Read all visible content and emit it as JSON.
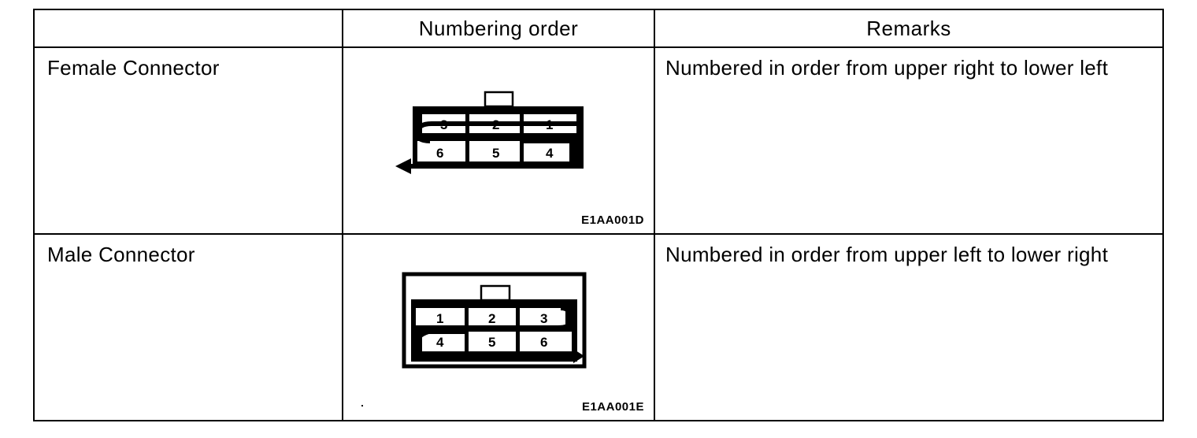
{
  "table": {
    "header": {
      "blank": "",
      "numbering_order": "Numbering order",
      "remarks": "Remarks"
    },
    "rows": [
      {
        "label": "Female Connector",
        "figure_code": "E1AA001D",
        "remark": "Numbered in order from upper right to lower left",
        "pins": {
          "p1": "1",
          "p2": "2",
          "p3": "3",
          "p4": "4",
          "p5": "5",
          "p6": "6"
        }
      },
      {
        "label": "Male Connector",
        "figure_code": "E1AA001E",
        "remark": "Numbered in order from upper left to lower right",
        "pins": {
          "p1": "1",
          "p2": "2",
          "p3": "3",
          "p4": "4",
          "p5": "5",
          "p6": "6"
        }
      }
    ]
  }
}
